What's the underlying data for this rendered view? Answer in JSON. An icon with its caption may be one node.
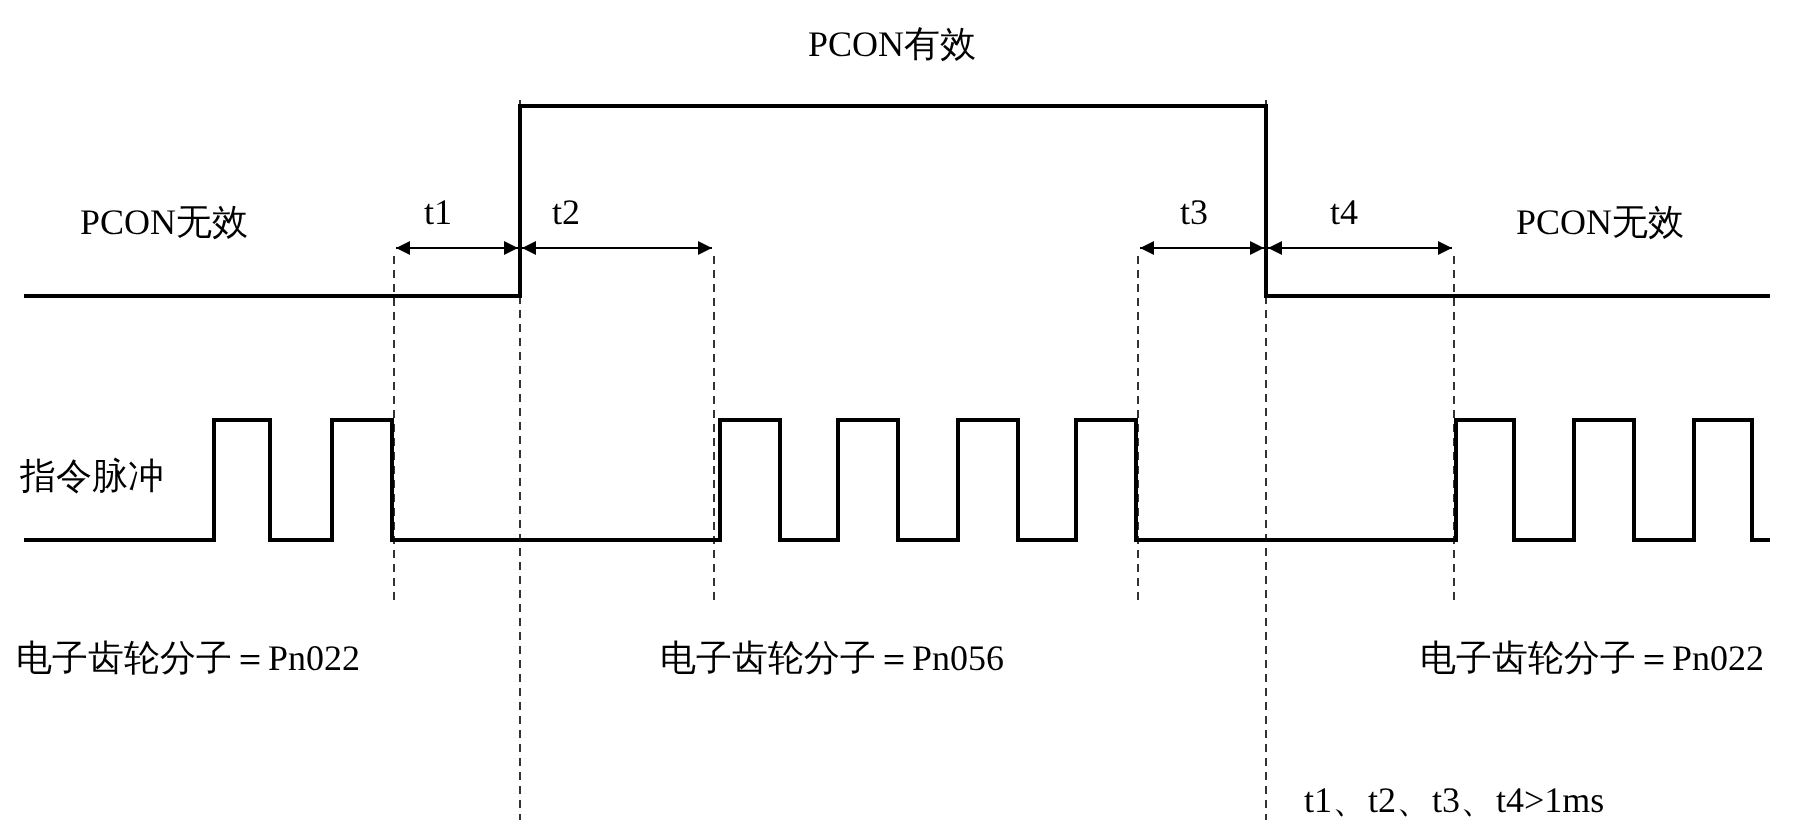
{
  "diagram": {
    "labels": [
      "PCON有效",
      "t1",
      "t2",
      "t3",
      "t4",
      "PCON无效",
      "PCON无效",
      "指令脉冲",
      "电子齿轮分子＝Pn022",
      "电子齿轮分子＝Pn056",
      "电子齿轮分子＝Pn022",
      "t1、t2、t3、t4>1ms"
    ]
  }
}
